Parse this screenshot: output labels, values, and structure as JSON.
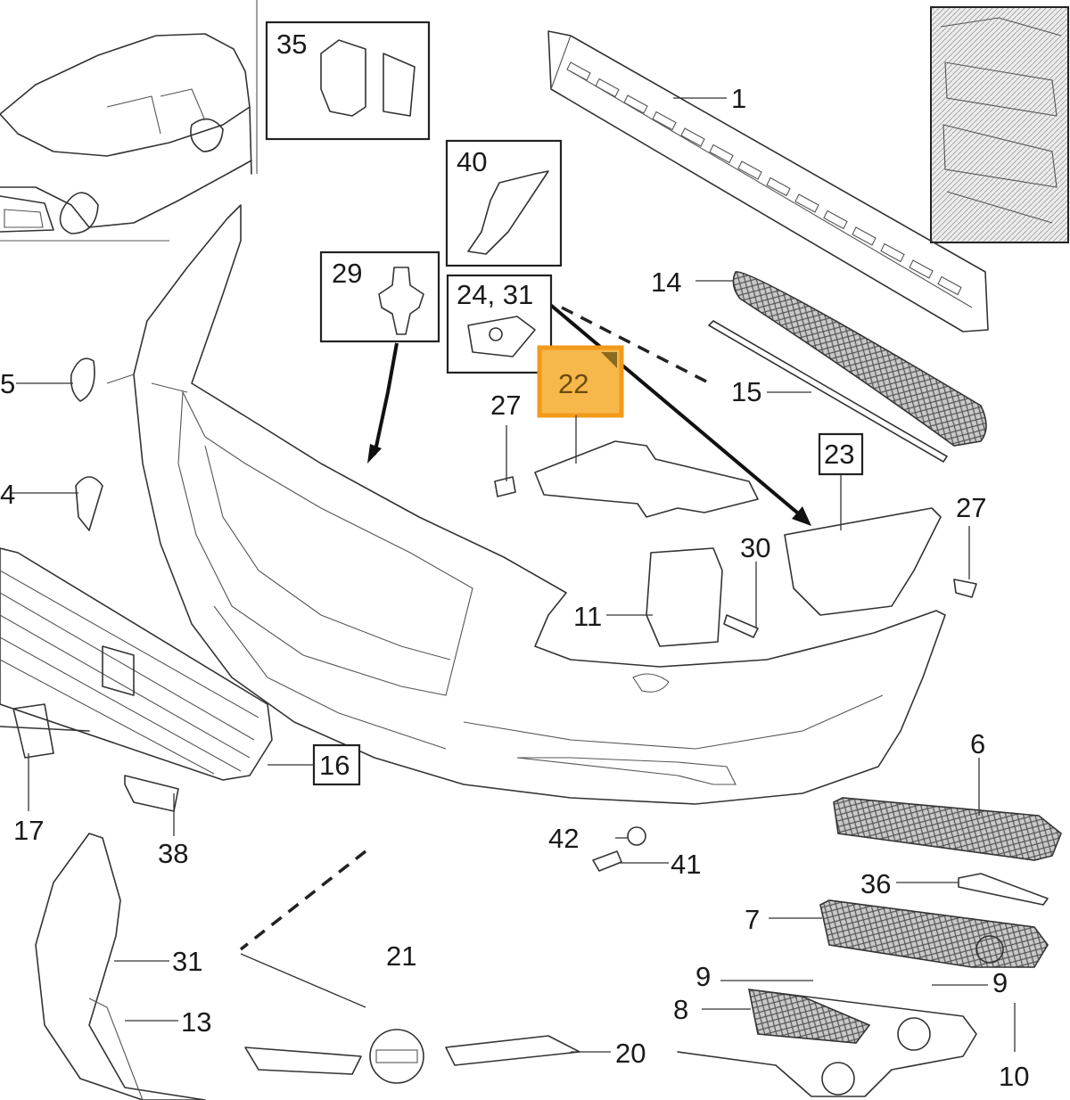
{
  "diagram": {
    "highlight_color": "#f29a1c",
    "highlight_fill": "#f6b84a",
    "boxed_labels": {
      "b35": "35",
      "b40": "40",
      "b29": "29",
      "b24": "24, 31",
      "b22": "22",
      "b23": "23",
      "b16": "16"
    },
    "labels": {
      "l1": "1",
      "l14": "14",
      "l15": "15",
      "l5": "5",
      "l4": "4",
      "l27a": "27",
      "l27b": "27",
      "l30": "30",
      "l11": "11",
      "l6": "6",
      "l17": "17",
      "l38": "38",
      "l42": "42",
      "l41": "41",
      "l36": "36",
      "l7": "7",
      "l21": "21",
      "l31": "31",
      "l13": "13",
      "l9a": "9",
      "l9b": "9",
      "l8": "8",
      "l20": "20",
      "l10": "10"
    }
  }
}
